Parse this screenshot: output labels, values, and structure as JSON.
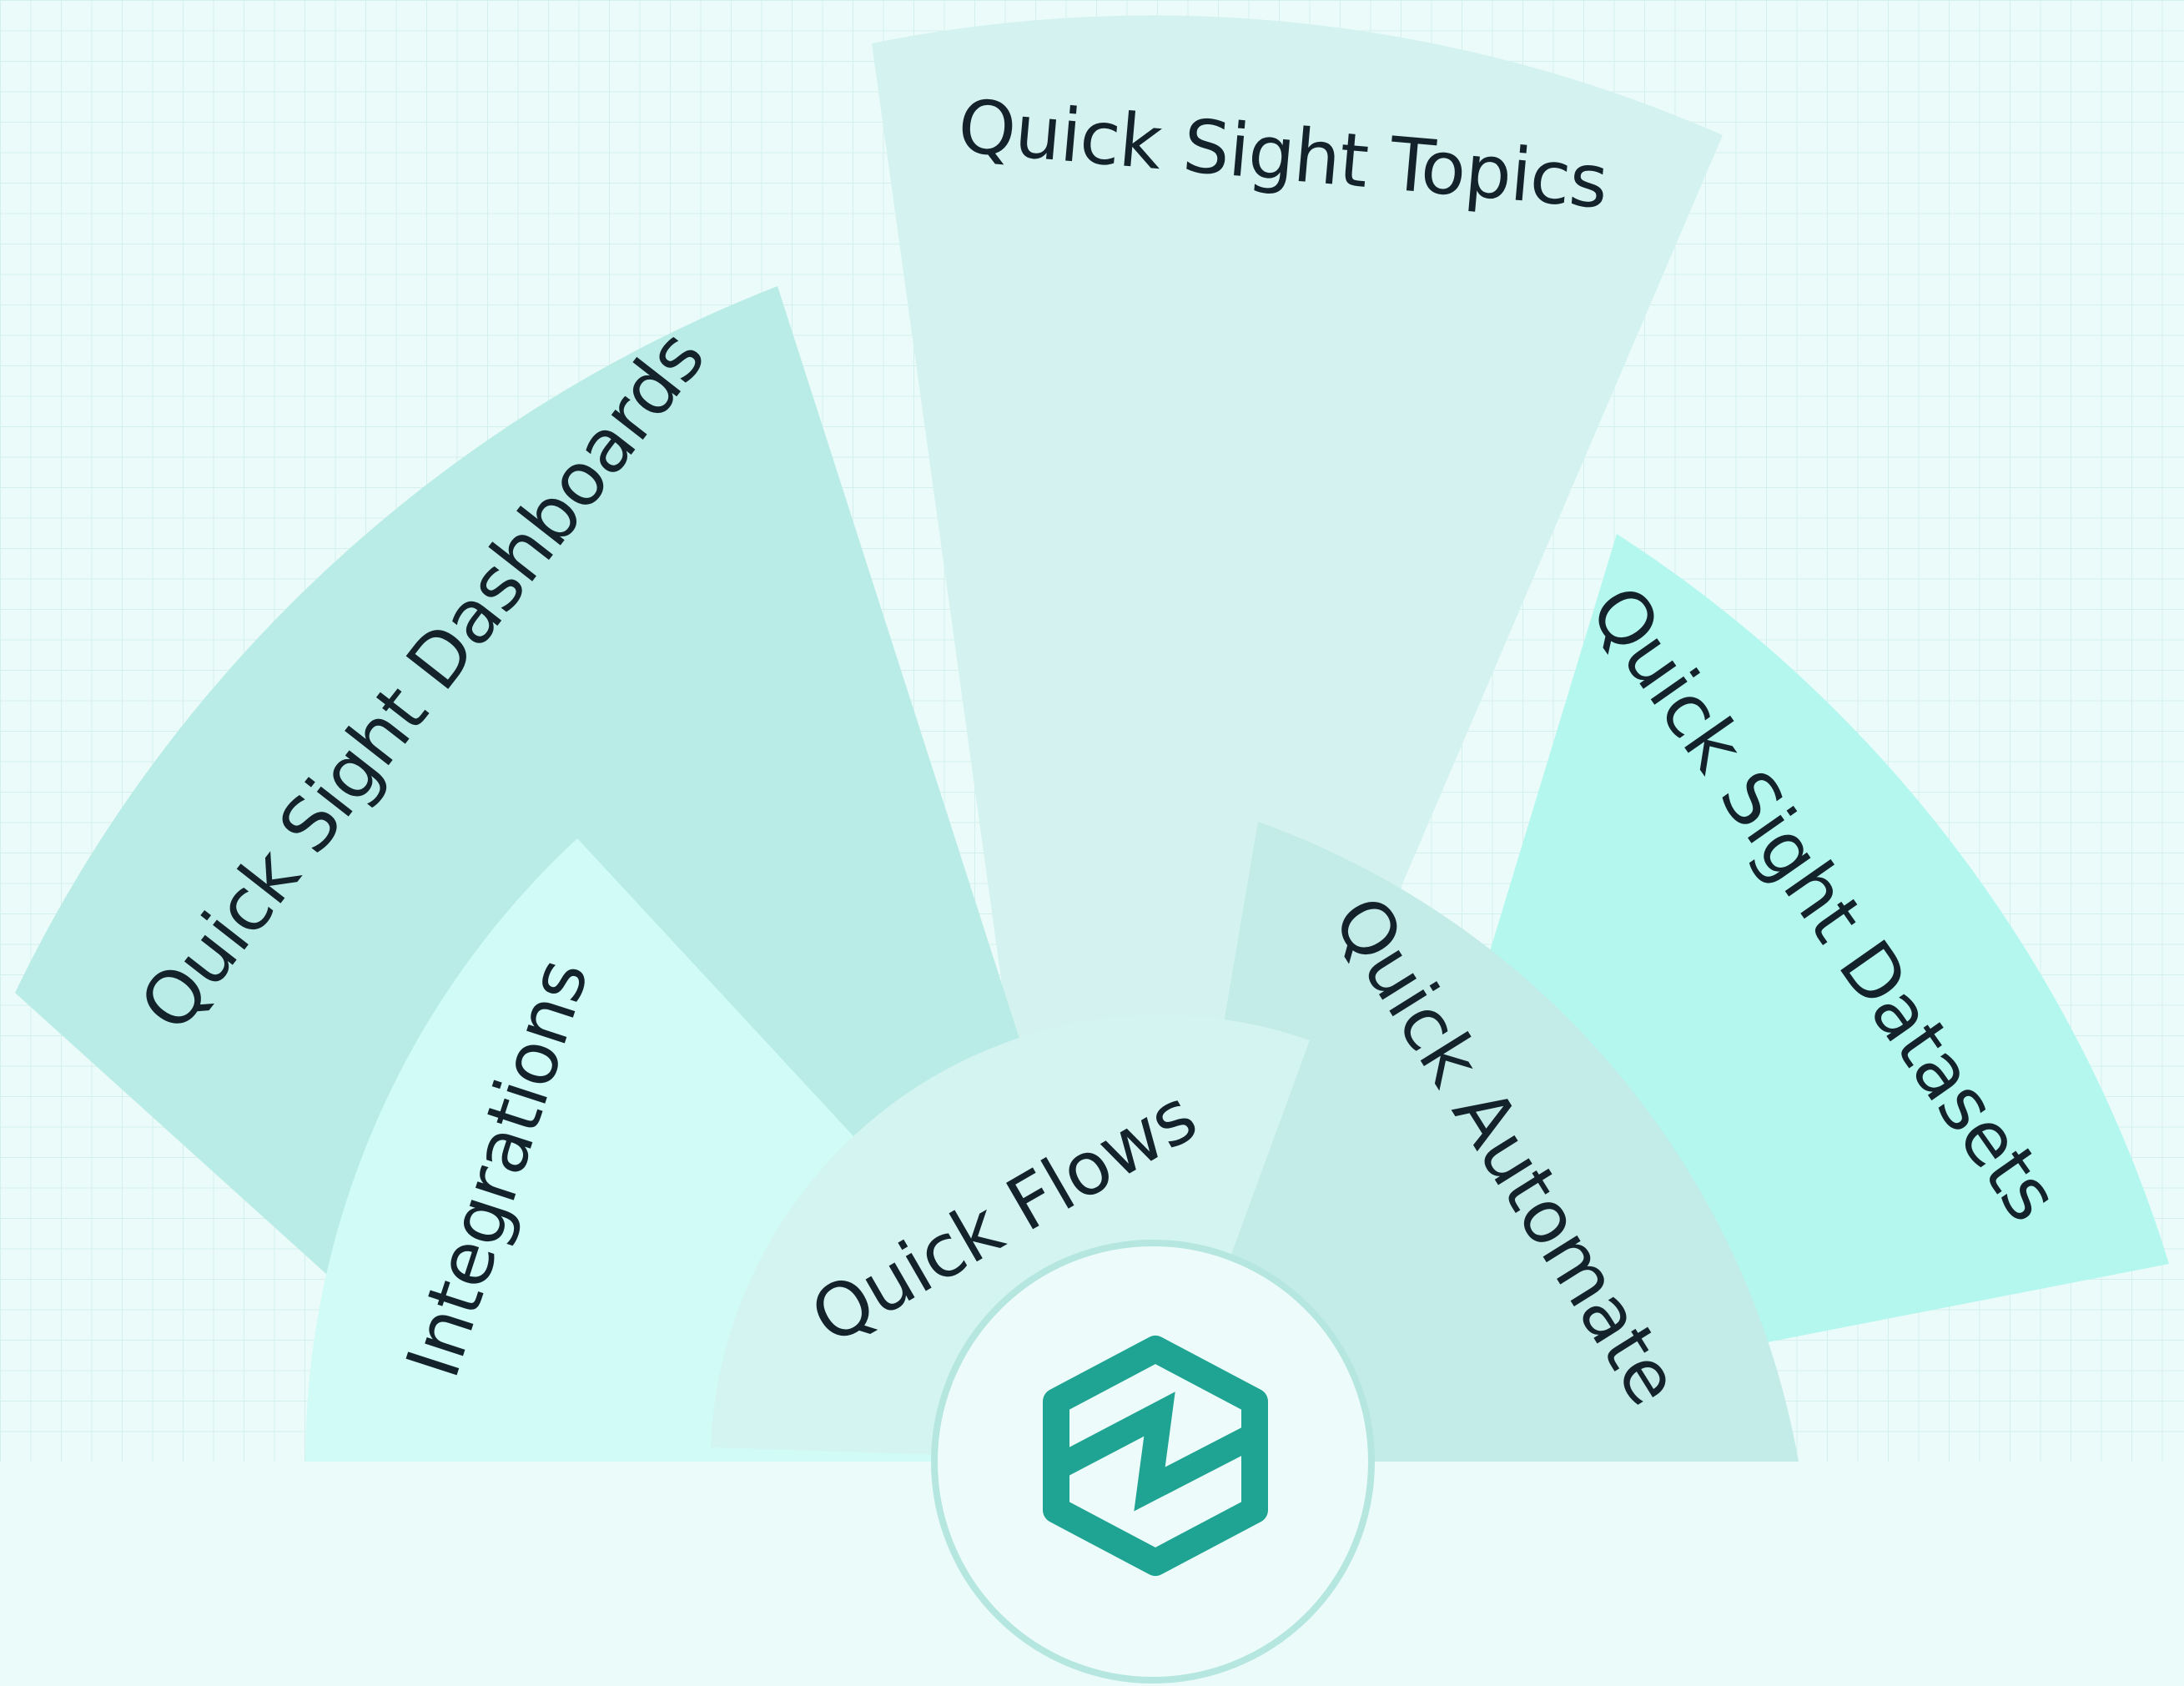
{
  "diagram": {
    "segments": [
      {
        "id": "topics",
        "label": "Quick Sight Topics",
        "color": "#d4f3f0"
      },
      {
        "id": "dashboards",
        "label": "Quick Sight Dashboards",
        "color": "#b9ece6"
      },
      {
        "id": "datasets",
        "label": "Quick Sight Datasets",
        "color": "#b3f7ef"
      },
      {
        "id": "integrations",
        "label": "Integrations",
        "color": "#d0fbf7"
      },
      {
        "id": "automate",
        "label": "Quick Automate",
        "color": "#c3ebe8"
      },
      {
        "id": "flows",
        "label": "Quick Flows",
        "color": "#d4f4f1"
      }
    ],
    "center": {
      "icon": "quick-suite-logo-icon",
      "icon_color": "#1fa493",
      "ring_color": "#b5e6e0",
      "fill_color": "#edfcfa"
    },
    "background": {
      "color": "#ebfbfa",
      "grid_color": "#d3f0ee"
    }
  }
}
